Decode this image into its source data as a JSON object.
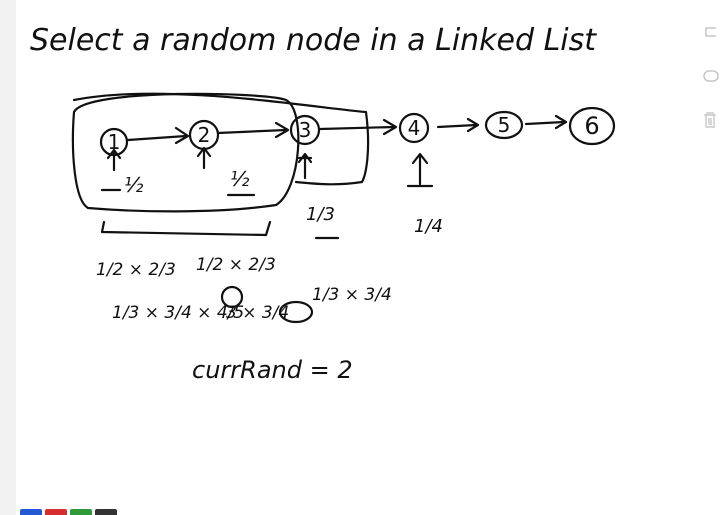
{
  "title": "Select a random node in a Linked List",
  "nodes": [
    "1",
    "2",
    "3",
    "4",
    "5",
    "6"
  ],
  "arrow_glyph": "→",
  "probabilities": {
    "p1": "½",
    "p2": "½",
    "p3": "1/3",
    "p4": "1/4"
  },
  "equations": {
    "e1": "1/2 × 2/3",
    "e2": "1/2 × 2/3",
    "e3": "1/3 × 3/4 × 4/5",
    "e4": "3 × 3/4",
    "e5": "1/3 × 3/4"
  },
  "curr_rand": "currRand = 2",
  "toolbar": {
    "undo_icon": "undo-icon",
    "redo_icon": "redo-icon",
    "trash_icon": "trash-icon"
  },
  "colors": {
    "swatches": [
      "#2459d6",
      "#d62e2e",
      "#2f9a3a",
      "#333333"
    ],
    "ink": "#111111",
    "toolbar_icon": "#c8c8c8"
  }
}
